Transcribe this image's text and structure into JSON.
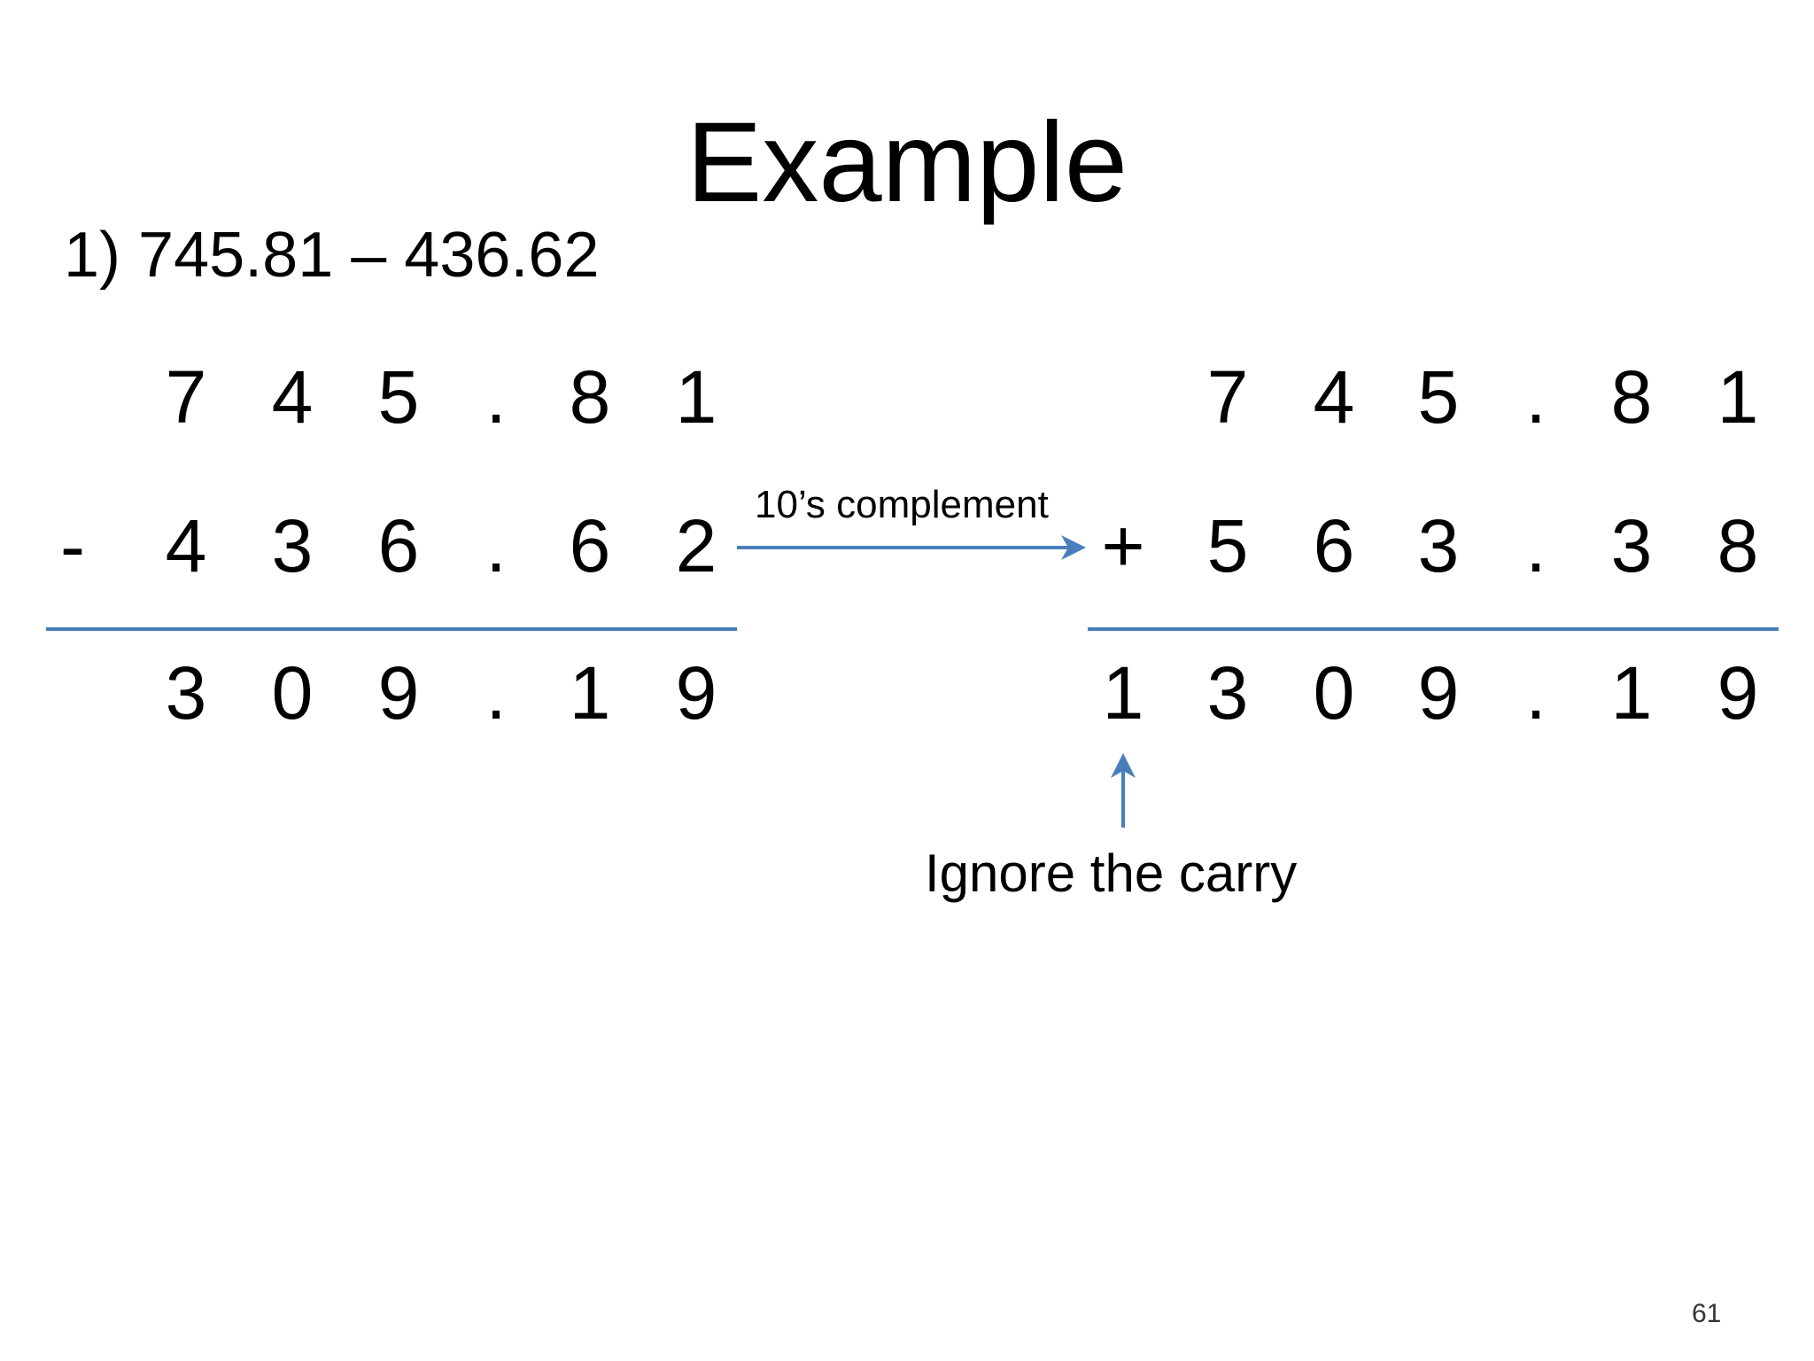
{
  "slide": {
    "title": "Example",
    "problem": "1) 745.81 – 436.62",
    "slide_number": "61"
  },
  "left_calc": {
    "minuend": [
      "7",
      "4",
      "5",
      ".",
      "8",
      "1"
    ],
    "operator": "-",
    "subtrahend": [
      "4",
      "3",
      "6",
      ".",
      "6",
      "2"
    ],
    "result": [
      "3",
      "0",
      "9",
      ".",
      "1",
      "9"
    ]
  },
  "right_calc": {
    "augend": [
      "7",
      "4",
      "5",
      ".",
      "8",
      "1"
    ],
    "operator": "+",
    "addend": [
      "5",
      "6",
      "3",
      ".",
      "3",
      "8"
    ],
    "result": [
      "1",
      "3",
      "0",
      "9",
      ".",
      "1",
      "9"
    ]
  },
  "annotations": {
    "complement_label": "10’s complement",
    "ignore_label": "Ignore the carry"
  },
  "colors": {
    "accent": "#4a7ebb",
    "text": "#000000"
  }
}
